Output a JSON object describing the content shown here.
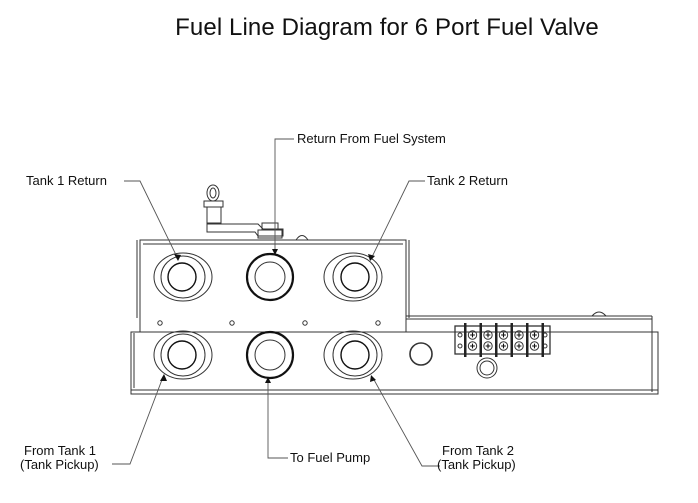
{
  "title": "Fuel Line Diagram for 6 Port Fuel Valve",
  "labels": {
    "tank1_return": "Tank 1 Return",
    "return_from_fuel_system": "Return From Fuel System",
    "tank2_return": "Tank 2 Return",
    "from_tank1_line1": "From Tank 1",
    "from_tank1_line2": "(Tank Pickup)",
    "to_fuel_pump": "To Fuel Pump",
    "from_tank2_line1": "From Tank 2",
    "from_tank2_line2": "(Tank Pickup)"
  },
  "ports": {
    "top_row": [
      "tank-1-return",
      "return-from-fuel-system",
      "tank-2-return"
    ],
    "bottom_row": [
      "from-tank-1",
      "to-fuel-pump",
      "from-tank-2"
    ]
  },
  "terminal_block": {
    "terminal_pairs": 5
  },
  "colors": {
    "line": "#333333",
    "text": "#111111",
    "background": "#ffffff"
  }
}
